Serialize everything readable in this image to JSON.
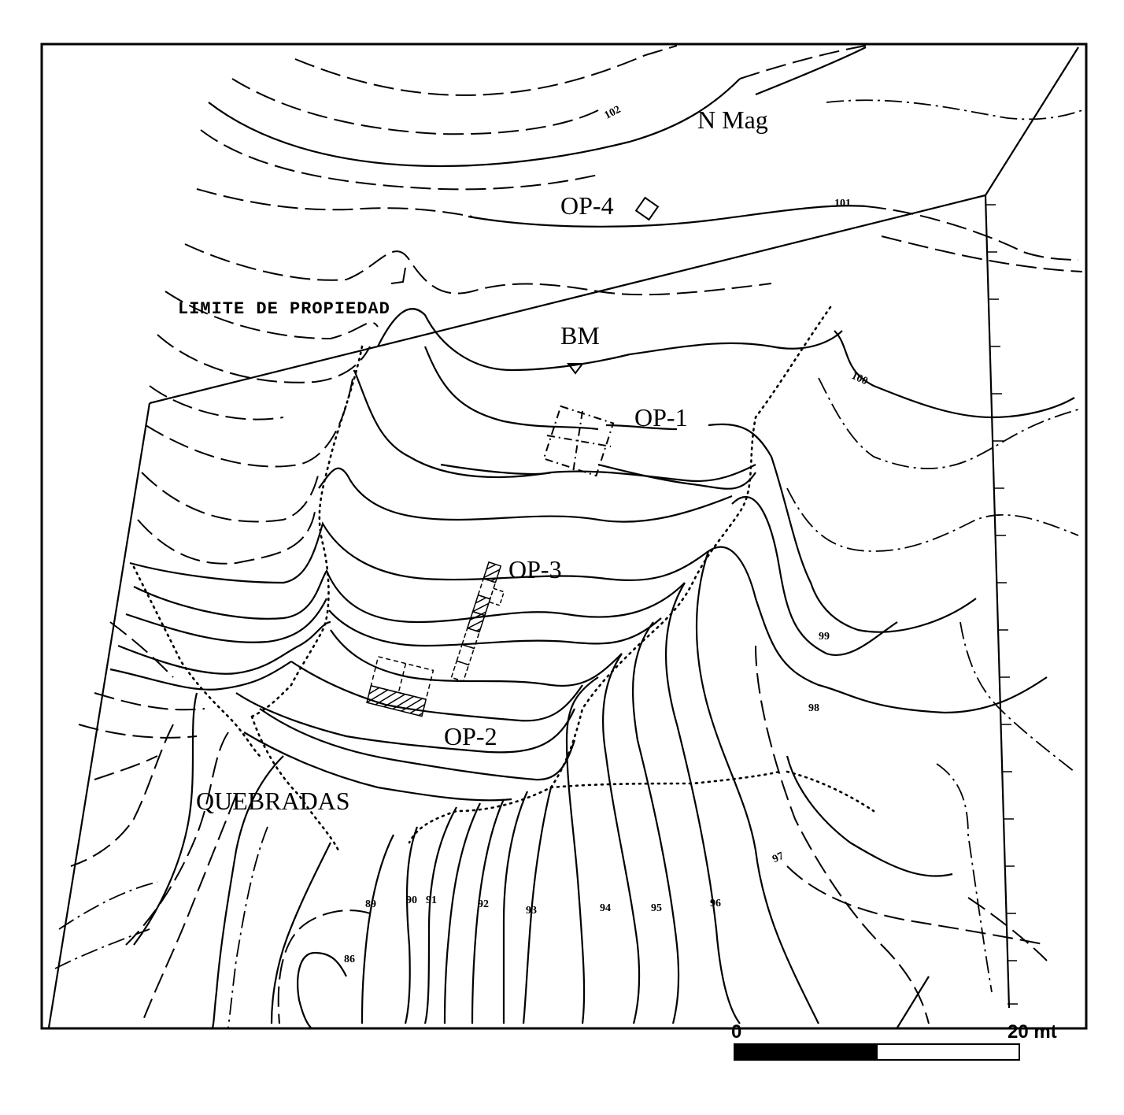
{
  "labels": {
    "north": "N Mag",
    "op4": "OP-4",
    "limit": "LIMITE DE PROPIEDAD",
    "bm": "BM",
    "op1": "OP-1",
    "op3": "OP-3",
    "op2": "OP-2",
    "quebradas": "QUEBRADAS"
  },
  "elevations": {
    "e102": "102",
    "e101": "101",
    "e100": "100",
    "e99": "99",
    "e98": "98",
    "e97": "97",
    "e96": "96",
    "e95": "95",
    "e94": "94",
    "e93": "93",
    "e92": "92",
    "e91": "91",
    "e90": "90",
    "e89": "89",
    "e86": "86"
  },
  "scale": {
    "start": "0",
    "end": "20 mt"
  }
}
